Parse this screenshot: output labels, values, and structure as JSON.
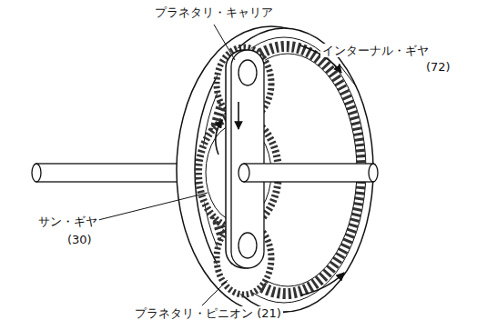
{
  "diagram": {
    "labels": [
      "プラネタリ・キャリア",
      "インターナル・ギヤ",
      "(72)",
      "サン・ギヤ",
      "(30)",
      "プラネタリ・ピニオン (21)"
    ]
  }
}
